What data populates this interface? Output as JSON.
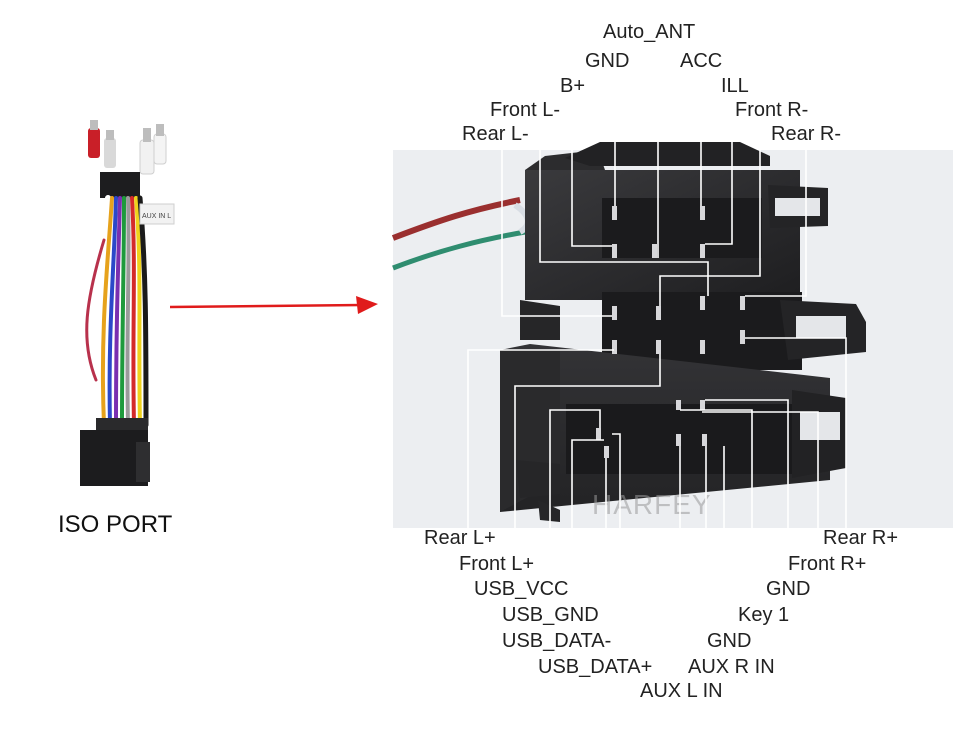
{
  "left": {
    "caption": "ISO PORT",
    "tag_text": "AUX IN L"
  },
  "watermark": "HARFEY",
  "colors": {
    "arrow": "#e01b1b",
    "connector": "#2a2a2c",
    "photo_bg": "#eceef1",
    "label_text": "#222222"
  },
  "pins_top": [
    {
      "id": "auto-ant",
      "label": "Auto_ANT"
    },
    {
      "id": "gnd-top",
      "label": "GND"
    },
    {
      "id": "acc",
      "label": "ACC"
    },
    {
      "id": "b-plus",
      "label": "B+"
    },
    {
      "id": "ill",
      "label": "ILL"
    },
    {
      "id": "front-l-minus",
      "label": "Front L-"
    },
    {
      "id": "front-r-minus",
      "label": "Front R-"
    },
    {
      "id": "rear-l-minus",
      "label": "Rear L-"
    },
    {
      "id": "rear-r-minus",
      "label": "Rear R-"
    }
  ],
  "pins_bottom_left": [
    {
      "id": "rear-l-plus",
      "label": "Rear L+"
    },
    {
      "id": "front-l-plus",
      "label": "Front L+"
    },
    {
      "id": "usb-vcc",
      "label": "USB_VCC"
    },
    {
      "id": "usb-gnd",
      "label": "USB_GND"
    },
    {
      "id": "usb-data-minus",
      "label": "USB_DATA-"
    },
    {
      "id": "usb-data-plus",
      "label": "USB_DATA+"
    },
    {
      "id": "aux-l-in",
      "label": "AUX L IN"
    }
  ],
  "pins_bottom_right": [
    {
      "id": "rear-r-plus",
      "label": "Rear R+"
    },
    {
      "id": "front-r-plus",
      "label": "Front R+"
    },
    {
      "id": "gnd-bottom",
      "label": "GND"
    },
    {
      "id": "key-1",
      "label": "Key 1"
    },
    {
      "id": "gnd-aux",
      "label": "GND"
    },
    {
      "id": "aux-r-in",
      "label": "AUX R IN"
    }
  ]
}
